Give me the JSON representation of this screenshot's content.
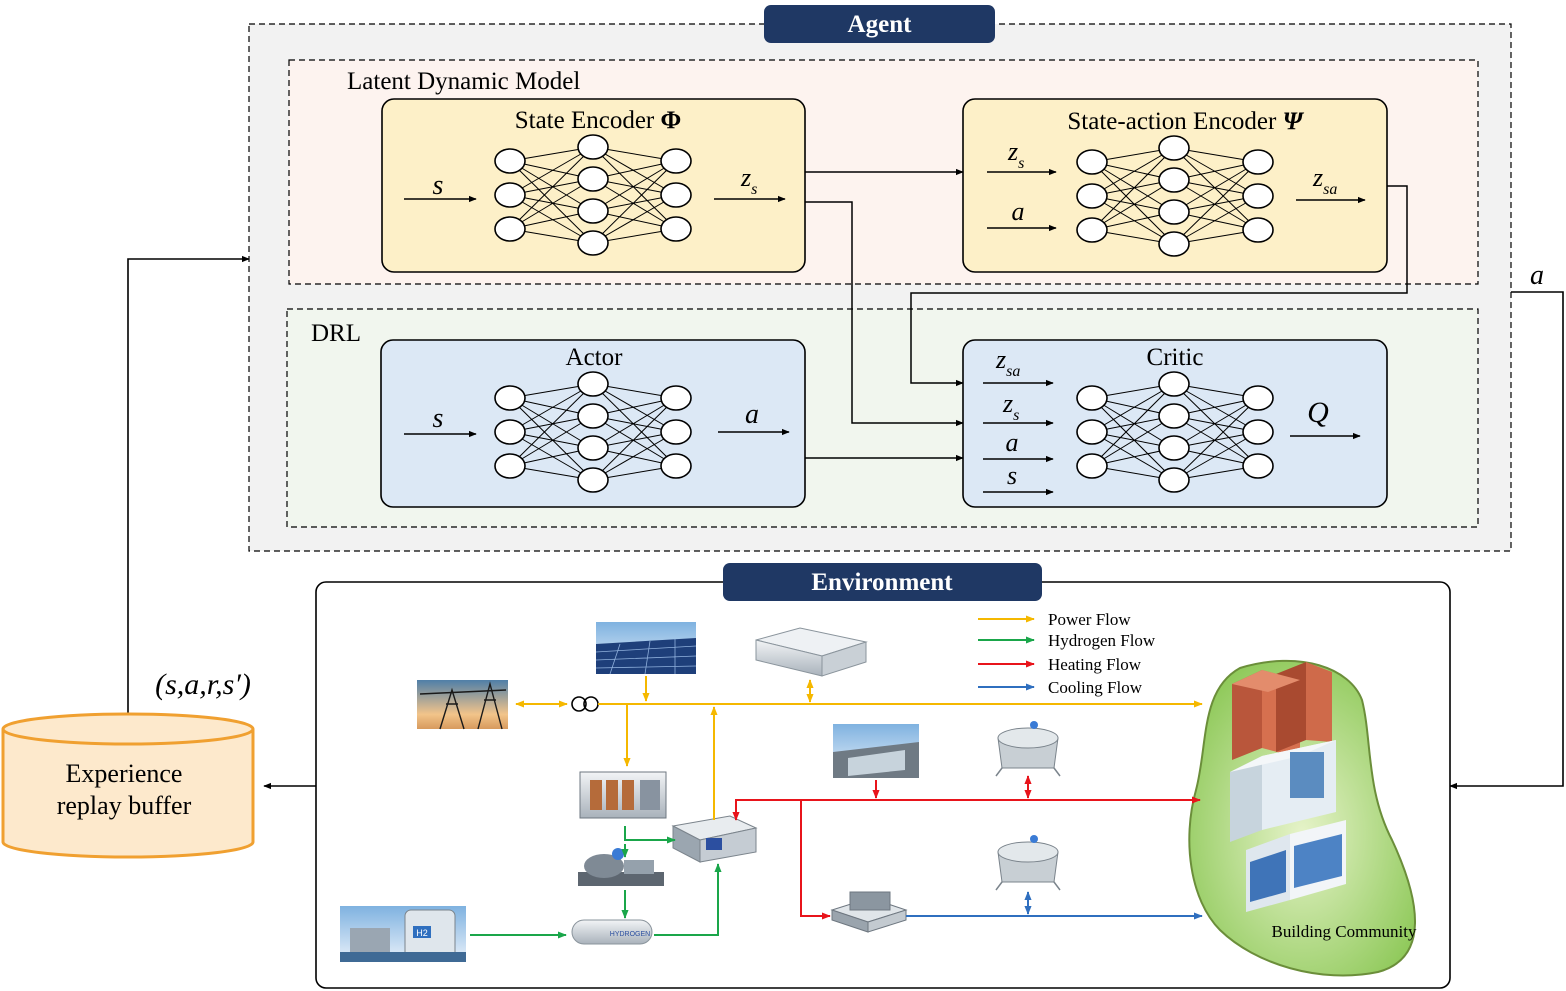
{
  "agent": {
    "title": "Agent",
    "latent_model": {
      "title": "Latent Dynamic Model",
      "state_encoder": {
        "title": "State Encoder",
        "symbol": "Φ",
        "input": "s",
        "output": "z",
        "output_sub": "s"
      },
      "state_action_encoder": {
        "title": "State-action Encoder",
        "symbol": "Ψ",
        "input1": "z",
        "input1_sub": "s",
        "input2": "a",
        "output": "z",
        "output_sub": "sa"
      }
    },
    "drl": {
      "title": "DRL",
      "actor": {
        "title": "Actor",
        "input": "s",
        "output": "a"
      },
      "critic": {
        "title": "Critic",
        "inputs": [
          {
            "v": "z",
            "sub": "sa"
          },
          {
            "v": "z",
            "sub": "s"
          },
          {
            "v": "a",
            "sub": ""
          },
          {
            "v": "s",
            "sub": ""
          }
        ],
        "output": "Q"
      }
    }
  },
  "action_label": "a",
  "transition_label": "(s,a,r,s′)",
  "buffer": {
    "line1": "Experience",
    "line2": "replay buffer"
  },
  "environment": {
    "title": "Environment",
    "legend": [
      {
        "label": "Power Flow",
        "color": "#f5b800"
      },
      {
        "label": "Hydrogen Flow",
        "color": "#1aa64a"
      },
      {
        "label": "Heating Flow",
        "color": "#e8141b"
      },
      {
        "label": "Cooling Flow",
        "color": "#2f6fbf"
      }
    ],
    "community_label": "Building Community"
  },
  "colors": {
    "header_bg": "#1f3864",
    "agent_bg": "#f2f2f2",
    "latent_bg": "#fdf3ef",
    "drl_bg": "#f1f6ee",
    "encoder_fill": "#fdf0c8",
    "drl_box_fill": "#dce8f5",
    "buffer_fill": "#fde9cc",
    "buffer_stroke": "#f0a030",
    "power": "#f5b800",
    "hydrogen": "#1aa64a",
    "heating": "#e8141b",
    "cooling": "#2f6fbf"
  }
}
